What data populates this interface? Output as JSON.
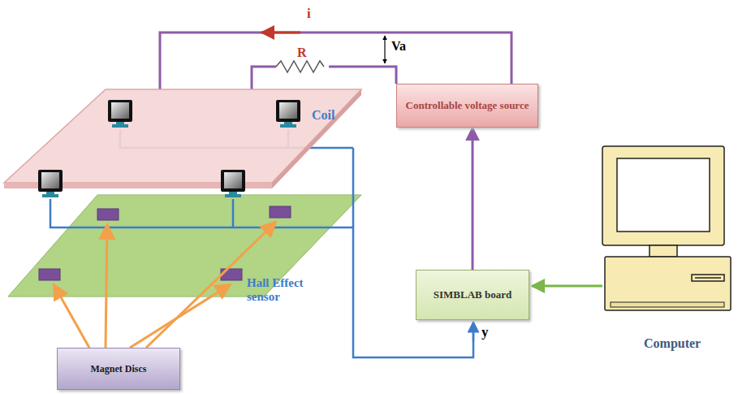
{
  "diagram": {
    "nodes": [
      {
        "text": [
          "Controllable voltage source"
        ]
      },
      {
        "text": [
          "SIMBLAB board"
        ]
      },
      {
        "text": [
          "Magnet Discs"
        ]
      }
    ],
    "edges": [
      {
        "from": 1,
        "to": 0,
        "arrow": "to"
      }
    ],
    "labels": [
      "i",
      "R",
      "Va",
      "Coil",
      "Hall Effect sensor",
      "y",
      "Computer"
    ]
  }
}
